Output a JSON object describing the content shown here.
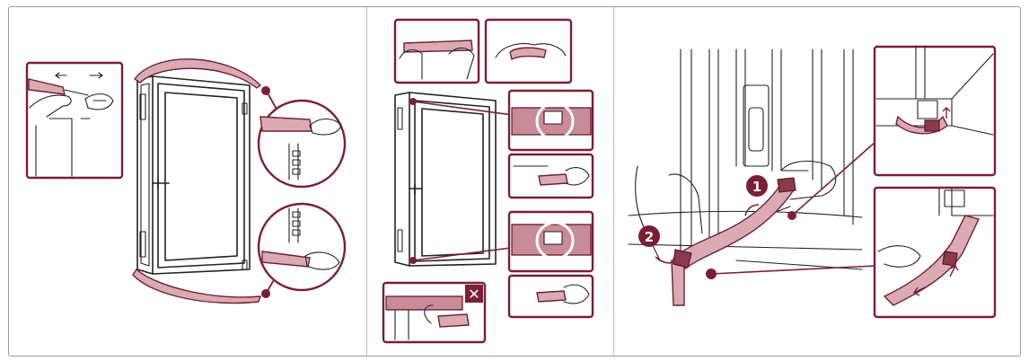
{
  "steps": {
    "step_one_label": "1",
    "step_two_label": "2"
  },
  "incorrect_mark": "✕",
  "colors": {
    "accent": "#7a1f36",
    "strap": "#dcaab2",
    "line": "#222222",
    "border": "#9a9a9a"
  },
  "panels": [
    {
      "name": "remove-strap-from-door"
    },
    {
      "name": "attach-strap-to-door-frame"
    },
    {
      "name": "fasten-strap-to-window"
    }
  ]
}
